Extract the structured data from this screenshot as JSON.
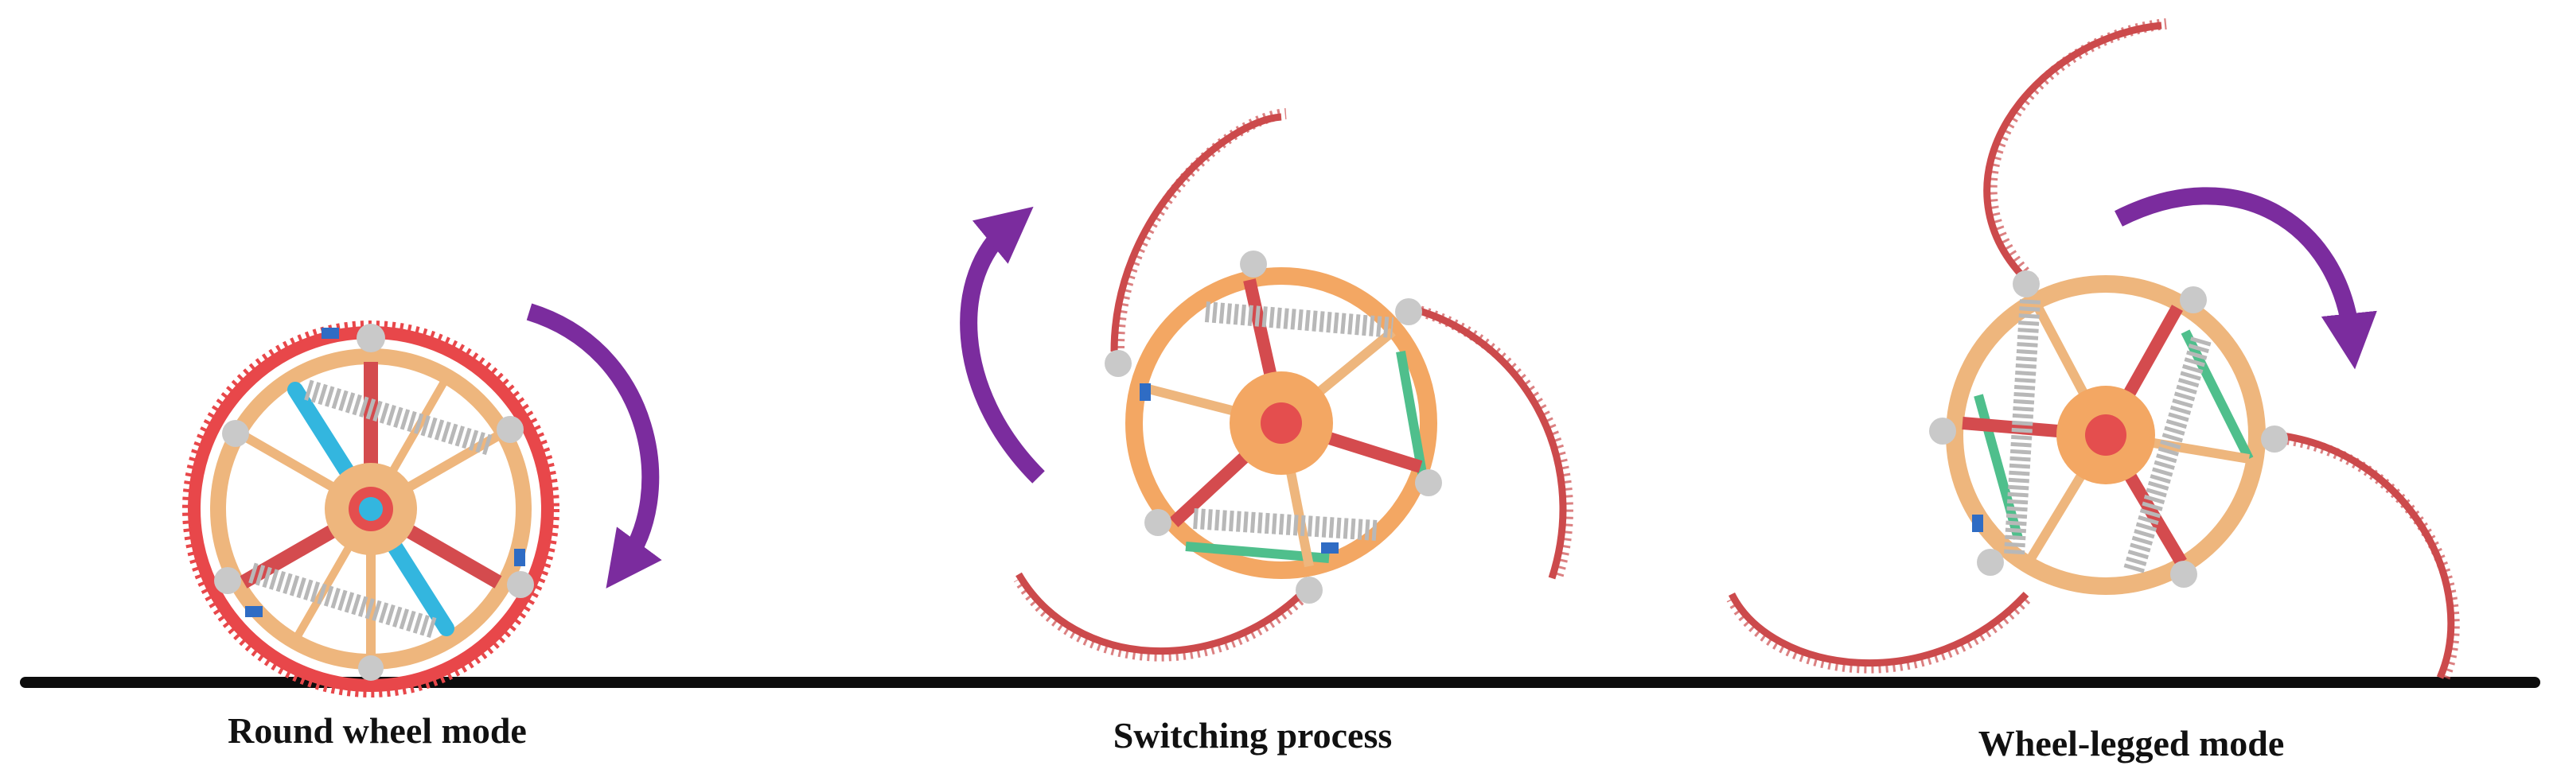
{
  "colors": {
    "frame": "#eeb67d",
    "frame_dark": "#d9955a",
    "rim_red": "#e8474a",
    "leg_red": "#cc4a4c",
    "spoke_red": "#d44b4e",
    "hub_orange": "#f3a763",
    "hub_center": "#e44e4e",
    "cyan": "#33b6df",
    "green": "#4fbf8c",
    "blue_clip": "#2f6cc4",
    "joint_grey": "#c9c9c9",
    "spring_grey": "#b8b8b8",
    "arrow_purple": "#7b2c9e",
    "ground": "#0d0d0d"
  },
  "labels": {
    "round_wheel_mode": "Round wheel mode",
    "switching_process": "Switching process",
    "wheel_legged_mode": "Wheel-legged mode"
  },
  "icons": {
    "rotation_arrow": "curved-arrow-icon"
  }
}
